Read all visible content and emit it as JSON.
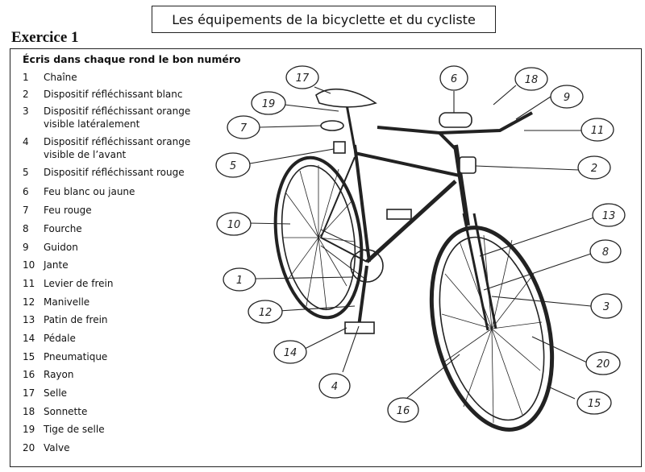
{
  "title": "Les équipements de la bicyclette et du cycliste",
  "exercise": "Exercice 1",
  "instruction": "Écris dans chaque rond le bon numéro",
  "items": [
    {
      "n": "1",
      "label": "Chaîne"
    },
    {
      "n": "2",
      "label": "Dispositif réfléchissant blanc"
    },
    {
      "n": "3",
      "label": "Dispositif réfléchissant orange visible latéralement"
    },
    {
      "n": "4",
      "label": "Dispositif réfléchissant orange visible de l’avant"
    },
    {
      "n": "5",
      "label": "Dispositif réfléchissant rouge"
    },
    {
      "n": "6",
      "label": "Feu blanc ou jaune"
    },
    {
      "n": "7",
      "label": "Feu rouge"
    },
    {
      "n": "8",
      "label": "Fourche"
    },
    {
      "n": "9",
      "label": "Guidon"
    },
    {
      "n": "10",
      "label": "Jante"
    },
    {
      "n": "11",
      "label": "Levier de frein"
    },
    {
      "n": "12",
      "label": "Manivelle"
    },
    {
      "n": "13",
      "label": "Patin de frein"
    },
    {
      "n": "14",
      "label": "Pédale"
    },
    {
      "n": "15",
      "label": "Pneumatique"
    },
    {
      "n": "16",
      "label": "Rayon"
    },
    {
      "n": "17",
      "label": "Selle"
    },
    {
      "n": "18",
      "label": "Sonnette"
    },
    {
      "n": "19",
      "label": "Tige de selle"
    },
    {
      "n": "20",
      "label": "Valve"
    }
  ],
  "answers": [
    "17",
    "19",
    "7",
    "5",
    "10",
    "1",
    "12",
    "14",
    "4",
    "16",
    "6",
    "18",
    "9",
    "11",
    "2",
    "13",
    "8",
    "3",
    "20",
    "15"
  ]
}
